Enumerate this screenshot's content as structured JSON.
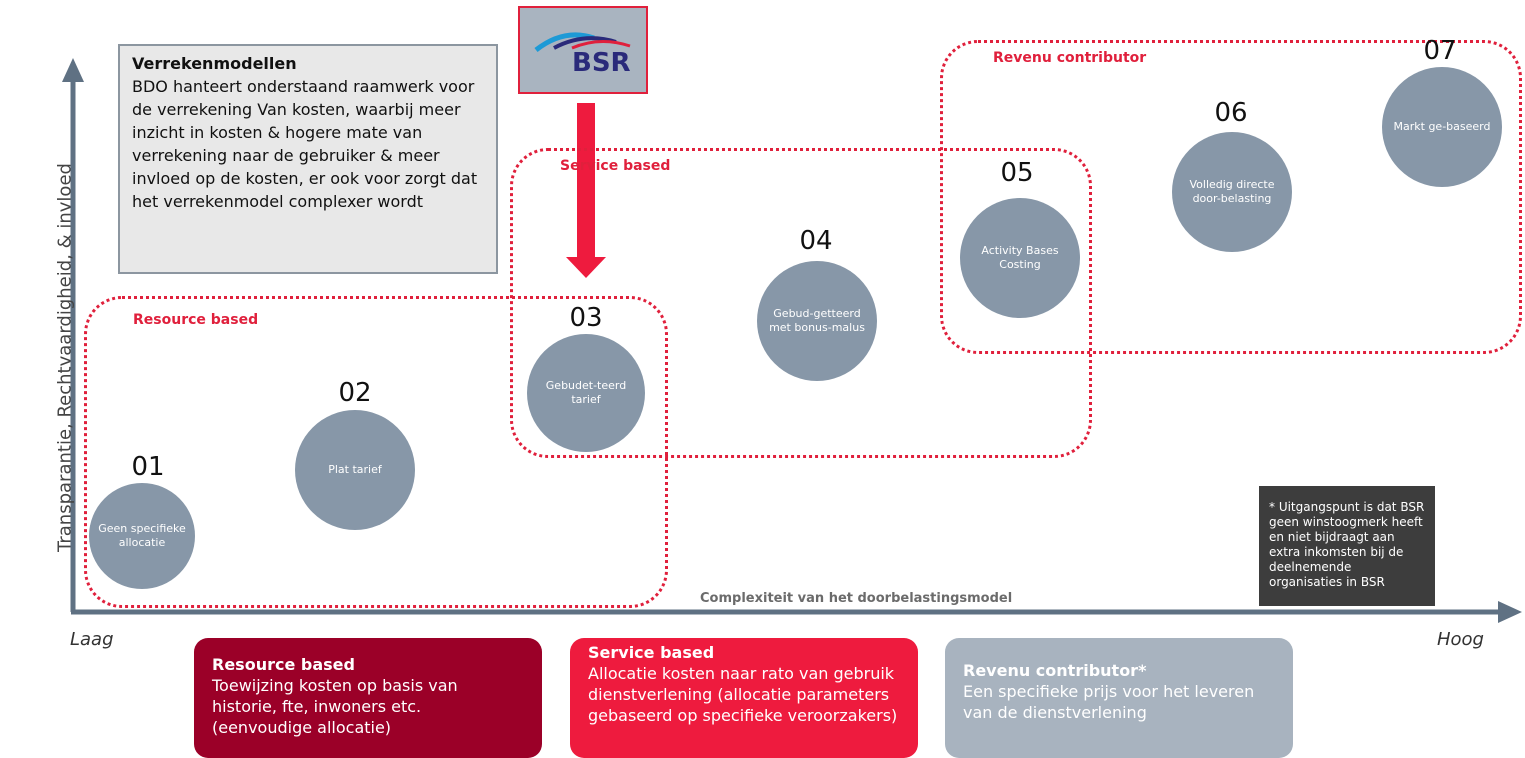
{
  "axes": {
    "x_label": "Complexiteit van het doorbelastingsmodel",
    "y_label": "Transparantie, Rechtvaardigheid, & invloed",
    "low": "Laag",
    "high": "Hoog"
  },
  "info_box": {
    "title": "Verrekenmodellen",
    "body": "BDO hanteert onderstaand raamwerk voor de verrekening Van kosten, waarbij meer inzicht in kosten & hogere mate van verrekening naar de gebruiker & meer invloed op de kosten, er ook voor zorgt dat het verrekenmodel complexer wordt"
  },
  "logo": {
    "text": "BSR"
  },
  "regions": {
    "resource": "Resource based",
    "service": "Service based",
    "revenu": "Revenu contributor"
  },
  "steps": [
    {
      "num": "01",
      "label": "Geen specifieke allocatie"
    },
    {
      "num": "02",
      "label": "Plat tarief"
    },
    {
      "num": "03",
      "label": "Gebudet-teerd tarief"
    },
    {
      "num": "04",
      "label": "Gebud-getteerd met bonus-malus"
    },
    {
      "num": "05",
      "label": "Activity Bases Costing"
    },
    {
      "num": "06",
      "label": "Volledig directe door-belasting"
    },
    {
      "num": "07",
      "label": "Markt ge-baseerd"
    }
  ],
  "note": "* Uitgangspunt is dat BSR geen winstoogmerk heeft en niet bijdraagt aan extra inkomsten bij de deelnemende organisaties in BSR",
  "cards": [
    {
      "title": "Resource based",
      "body": "Toewijzing kosten op basis van historie, fte, inwoners etc. (eenvoudige allocatie)"
    },
    {
      "title": "Service based",
      "body": "Allocatie kosten naar rato van gebruik dienstverlening (allocatie parameters gebaseerd op specifieke veroorzakers)"
    },
    {
      "title": "Revenu contributor*",
      "body": "Een specifieke prijs voor het leveren van de dienstverlening"
    }
  ],
  "colors": {
    "resource": "#9b0028",
    "service": "#ee1b3e",
    "revenu": "#a8b3bf",
    "accent_red": "#e0203c",
    "axis": "#5f7183",
    "circle": "#8797a8"
  }
}
